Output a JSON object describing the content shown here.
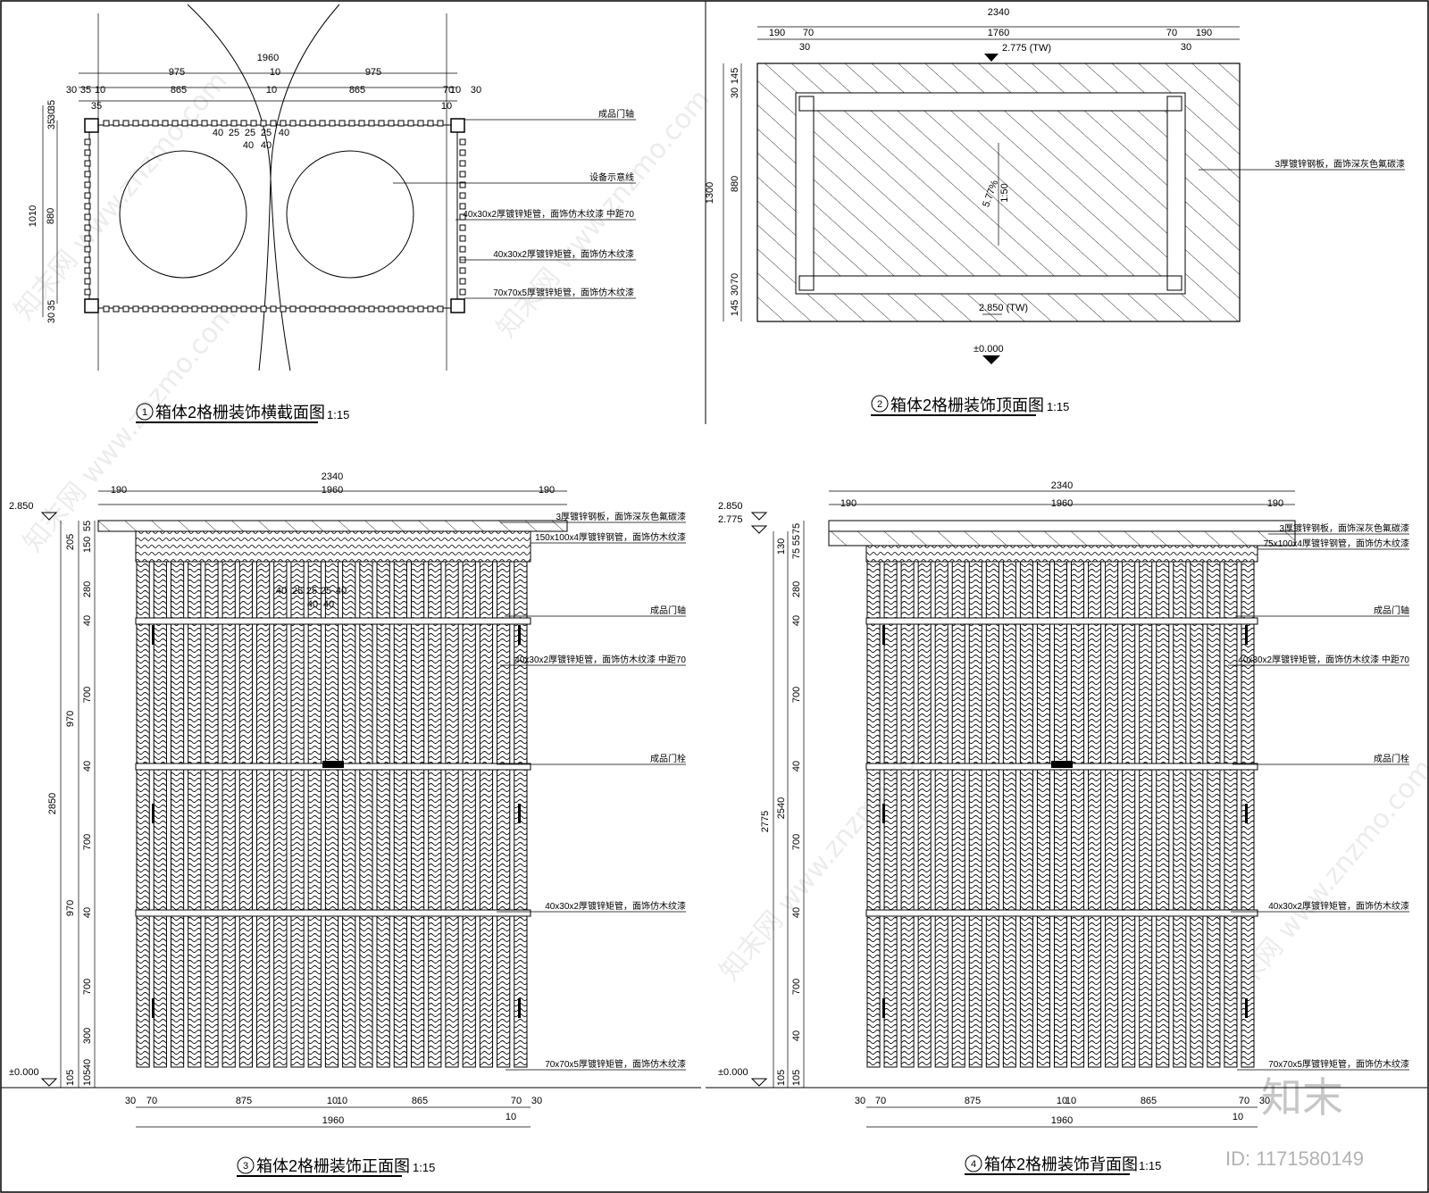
{
  "views": {
    "section": {
      "title": "箱体2格栅装饰横截面图",
      "scale": "1:15",
      "index": "1",
      "dims": {
        "top_total": "1960",
        "top_mid": "10",
        "top_left": "975",
        "top_right": "975",
        "r2": [
          "30",
          "35",
          "10",
          "865",
          "10",
          "865",
          "70",
          "10",
          "30"
        ],
        "r3_left": "35",
        "r3_right": "10",
        "inner": [
          "40",
          "25",
          "25",
          "25",
          "40"
        ],
        "inner_sub": [
          "40",
          "40"
        ],
        "left_outer": "1010",
        "left_inner": "880",
        "left_parts": [
          "35",
          "30",
          "35",
          "35",
          "30"
        ]
      },
      "notes": [
        "成品门轴",
        "设备示意线",
        "40x30x2厚镀锌矩管，面饰仿木纹漆  中距70",
        "40x30x2厚镀锌矩管，面饰仿木纹漆",
        "70x70x5厚镀锌矩管，面饰仿木纹漆"
      ]
    },
    "top": {
      "title": "箱体2格栅装饰顶面图",
      "scale": "1:15",
      "index": "2",
      "dims": {
        "total": "2340",
        "r2": [
          "190",
          "70",
          "1760",
          "70",
          "190"
        ],
        "r3": [
          "30",
          "30"
        ],
        "left_total": "1300",
        "left_parts": [
          "145",
          "30",
          "880",
          "70",
          "30",
          "145"
        ],
        "slope": "5.77%",
        "ratio": "1:50"
      },
      "levels": [
        "2.775 (TW)",
        "2.850 (TW)",
        "±0.000"
      ],
      "notes": [
        "3厚镀锌钢板，面饰深灰色氟碳漆"
      ]
    },
    "front": {
      "title": "箱体2格栅装饰正面图",
      "scale": "1:15",
      "index": "3",
      "dims": {
        "top_total": "2340",
        "top_parts": [
          "190",
          "1960",
          "190"
        ],
        "left_outer": [
          "205",
          "970",
          "970",
          "105"
        ],
        "left_total": "2850",
        "left_inner": [
          "55",
          "150",
          "280",
          "40",
          "700",
          "40",
          "700",
          "40",
          "700",
          "300",
          "40",
          "105"
        ],
        "inner": [
          "40",
          "25",
          "25",
          "25",
          "40"
        ],
        "inner_sub": [
          "40",
          "40"
        ],
        "bottom": [
          "30",
          "70",
          "875",
          "10",
          "865",
          "70",
          "30"
        ],
        "bottom_total": "1960",
        "bottom_mid": "10",
        "level_top": "2.850",
        "level_base": "±0.000"
      },
      "notes": [
        "3厚镀锌钢板，面饰深灰色氟碳漆",
        "150x100x4厚镀锌钢管，面饰仿木纹漆",
        "成品门轴",
        "40x30x2厚镀锌矩管，面饰仿木纹漆  中距70",
        "成品门栓",
        "40x30x2厚镀锌矩管，面饰仿木纹漆",
        "70x70x5厚镀锌矩管，面饰仿木纹漆"
      ]
    },
    "back": {
      "title": "箱体2格栅装饰背面图",
      "scale": "1:15",
      "index": "4",
      "dims": {
        "top_total": "2340",
        "top_parts": [
          "190",
          "1960",
          "190"
        ],
        "left_outer": [
          "130",
          "2540",
          "105"
        ],
        "left_total": "2775",
        "left_inner": [
          "75",
          "55",
          "75",
          "280",
          "40",
          "700",
          "40",
          "700",
          "40",
          "700",
          "40",
          "105"
        ],
        "bottom": [
          "30",
          "70",
          "875",
          "10",
          "865",
          "70",
          "30"
        ],
        "bottom_total": "1960",
        "bottom_mid": "10",
        "level_top": "2.850",
        "level_mid": "2.775",
        "level_base": "±0.000"
      },
      "notes": [
        "3厚镀锌钢板，面饰深灰色氟碳漆",
        "75x100x4厚镀锌钢管，面饰仿木纹漆",
        "成品门轴",
        "40x30x2厚镀锌矩管，面饰仿木纹漆  中距70",
        "成品门栓",
        "40x30x2厚镀锌矩管，面饰仿木纹漆",
        "70x70x5厚镀锌矩管，面饰仿木纹漆"
      ]
    }
  },
  "watermark": {
    "text": "知末网 www.znzmo.com",
    "logo": "知末",
    "id": "ID: 1171580149"
  }
}
